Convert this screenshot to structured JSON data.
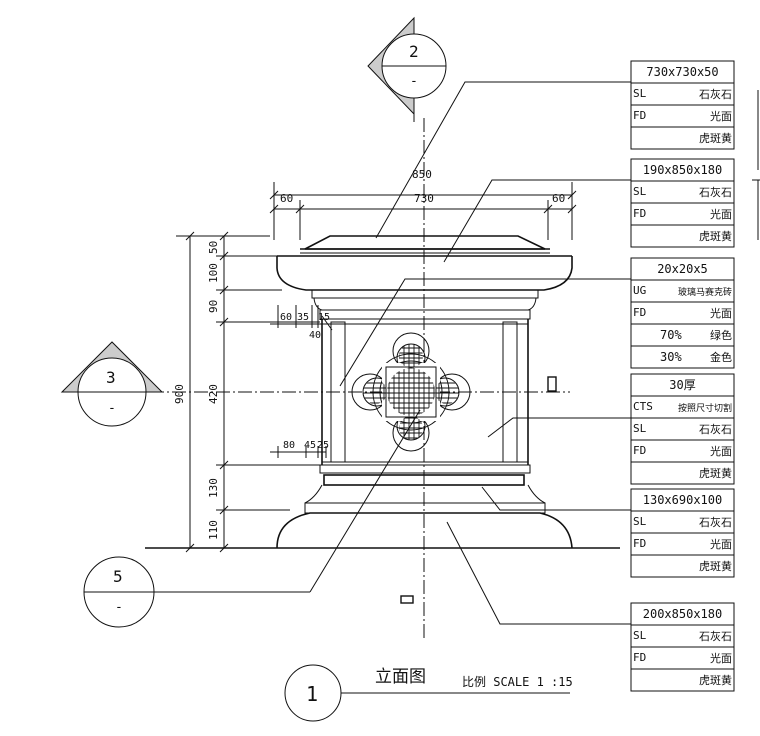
{
  "callouts": {
    "c2": {
      "num": "2",
      "sub": "-"
    },
    "c3": {
      "num": "3",
      "sub": "-"
    },
    "c5": {
      "num": "5",
      "sub": "-"
    },
    "c1": {
      "num": "1"
    }
  },
  "title": {
    "name": "立面图",
    "scale": "比例 SCALE 1 :15"
  },
  "dimensions": {
    "top": [
      "850",
      "730",
      "60",
      "60"
    ],
    "left": [
      "900",
      "50",
      "100",
      "90",
      "420",
      "130",
      "110"
    ],
    "detail_upper": [
      "60",
      "35",
      "15",
      "40"
    ],
    "detail_lower": [
      "80",
      "45",
      "25"
    ]
  },
  "tables": [
    {
      "header": "730x730x50",
      "rows": [
        [
          "SL",
          "石灰石"
        ],
        [
          "FD",
          "光面"
        ],
        [
          "",
          "虎斑黄"
        ]
      ]
    },
    {
      "header": "190x850x180",
      "rows": [
        [
          "SL",
          "石灰石"
        ],
        [
          "FD",
          "光面"
        ],
        [
          "",
          "虎斑黄"
        ]
      ]
    },
    {
      "header": "20x20x5",
      "rows": [
        [
          "UG",
          "玻璃马赛克砖"
        ],
        [
          "FD",
          "光面"
        ],
        [
          "70%",
          "绿色"
        ],
        [
          "30%",
          "金色"
        ]
      ]
    },
    {
      "header": "30厚",
      "rows": [
        [
          "CTS",
          "按照尺寸切割"
        ],
        [
          "SL",
          "石灰石"
        ],
        [
          "FD",
          "光面"
        ],
        [
          "",
          "虎斑黄"
        ]
      ]
    },
    {
      "header": "130x690x100",
      "rows": [
        [
          "SL",
          "石灰石"
        ],
        [
          "FD",
          "光面"
        ],
        [
          "",
          "虎斑黄"
        ]
      ]
    },
    {
      "header": "200x850x180",
      "rows": [
        [
          "SL",
          "石灰石"
        ],
        [
          "FD",
          "光面"
        ],
        [
          "",
          "虎斑黄"
        ]
      ]
    }
  ]
}
